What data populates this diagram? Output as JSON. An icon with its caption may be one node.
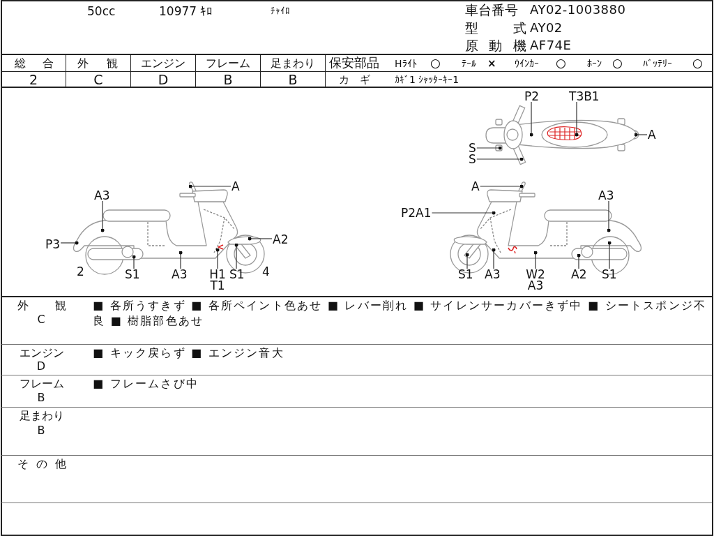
{
  "diagram": {
    "nodes": [
      {
        "text": [
          "P2"
        ]
      },
      {
        "text": [
          "T3B1"
        ]
      },
      {
        "text": [
          "A"
        ]
      },
      {
        "text": [
          "S"
        ]
      },
      {
        "text": [
          "S"
        ]
      },
      {
        "text": [
          "A"
        ]
      },
      {
        "text": [
          "A3"
        ]
      },
      {
        "text": [
          "P3"
        ]
      },
      {
        "text": [
          "A2"
        ]
      },
      {
        "text": [
          "S1"
        ]
      },
      {
        "text": [
          "A3"
        ]
      },
      {
        "text": [
          "H1 T1"
        ]
      },
      {
        "text": [
          "S1"
        ]
      },
      {
        "text": [
          "A"
        ]
      },
      {
        "text": [
          "P2A1"
        ]
      },
      {
        "text": [
          "A3"
        ]
      },
      {
        "text": [
          "S1"
        ]
      },
      {
        "text": [
          "A3"
        ]
      },
      {
        "text": [
          "W2 A3"
        ]
      },
      {
        "text": [
          "A2"
        ]
      },
      {
        "text": [
          "S1"
        ]
      }
    ],
    "edges": [
      {
        "from": 0,
        "to": null,
        "arrow": "other"
      },
      {
        "from": 1,
        "to": null,
        "arrow": "other"
      },
      {
        "from": 2,
        "to": null,
        "arrow": "other"
      },
      {
        "from": 3,
        "to": null,
        "arrow": "other"
      },
      {
        "from": 4,
        "to": null,
        "arrow": "other"
      },
      {
        "from": 5,
        "to": null,
        "arrow": "other"
      },
      {
        "from": 6,
        "to": null,
        "arrow": "other"
      },
      {
        "from": 7,
        "to": null,
        "arrow": "other"
      },
      {
        "from": 8,
        "to": null,
        "arrow": "other"
      },
      {
        "from": 9,
        "to": null,
        "arrow": "other"
      },
      {
        "from": 10,
        "to": null,
        "arrow": "other"
      },
      {
        "from": 11,
        "to": null,
        "arrow": "other"
      },
      {
        "from": 12,
        "to": null,
        "arrow": "other"
      },
      {
        "from": 13,
        "to": null,
        "arrow": "other"
      },
      {
        "from": 14,
        "to": null,
        "arrow": "other"
      },
      {
        "from": 15,
        "to": null,
        "arrow": "other"
      },
      {
        "from": 16,
        "to": null,
        "arrow": "other"
      },
      {
        "from": 17,
        "to": null,
        "arrow": "other"
      },
      {
        "from": 18,
        "to": null,
        "arrow": "other"
      },
      {
        "from": 19,
        "to": null,
        "arrow": "other"
      },
      {
        "from": 20,
        "to": null,
        "arrow": "other"
      }
    ],
    "labels": [
      "50cc",
      "10977 ｷﾛ",
      "ﾁｬｲﾛ",
      "車台番号",
      "AY02-1003880",
      "型 式",
      "AY02",
      "原 動 機",
      "AF74E",
      "総 合",
      "外 観",
      "エンジン",
      "フレーム",
      "足まわり",
      "保安部品",
      "Hﾗｲﾄ",
      "○",
      "ﾃｰﾙ",
      "×",
      "ｳｲﾝｶｰ",
      "○",
      "ﾎｰﾝ",
      "○",
      "ﾊﾞｯﾃﾘｰ",
      "○",
      "2",
      "C",
      "D",
      "B",
      "B",
      "カ ギ",
      "ｶｷﾞ1 ｼｬｯﾀｰｷｰ1",
      "2",
      "4",
      "外 観",
      "C",
      "■ 各所うすきず ■ 各所ペイント色あせ ■ レバー削れ ■ サイレンサーカバーきず中 ■ シートスポンジ不良 ■ 樹脂部色あせ",
      "エンジン",
      "D",
      "■ キック戻らず ■ エンジン音大",
      "フレーム",
      "B",
      "■ フレームさび中",
      "足まわり",
      "B",
      "そ の 他"
    ]
  }
}
